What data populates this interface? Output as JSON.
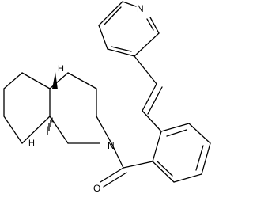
{
  "molecule": {
    "atoms": {
      "pyridine_n": "N",
      "amide_n": "N",
      "carbonyl_o": "O",
      "stereo_h_top": "H",
      "stereo_h_bottom": "H"
    }
  }
}
